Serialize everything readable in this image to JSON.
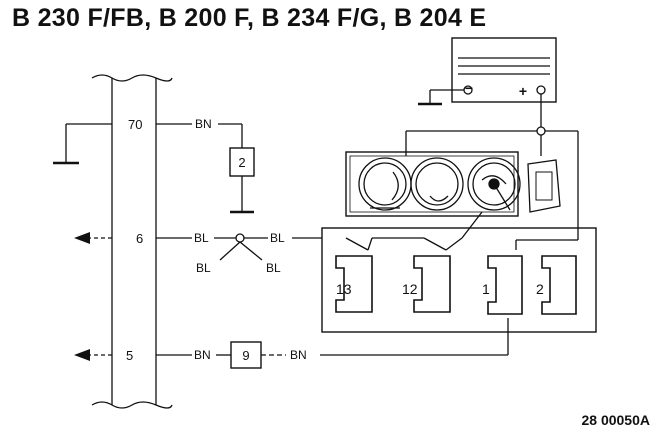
{
  "title": "B 230 F/FB, B 200 F, B 234 F/G, B 204 E",
  "reference_code": "28 00050A",
  "battery": {
    "minus_symbol": "−",
    "plus_symbol": "+"
  },
  "bus": {
    "pins": {
      "p70": "70",
      "p6": "6",
      "p5": "5"
    }
  },
  "wires": {
    "bn_top": "BN",
    "bl_left": "BL",
    "bl_right": "BL",
    "bl_down_left": "BL",
    "bl_down_right": "BL",
    "bn_bottom_left": "BN",
    "bn_bottom_right": "BN"
  },
  "components": {
    "c2": "2",
    "c9": "9"
  },
  "connectors": {
    "k13": "13",
    "k12": "12",
    "k1": "1",
    "k2": "2"
  }
}
